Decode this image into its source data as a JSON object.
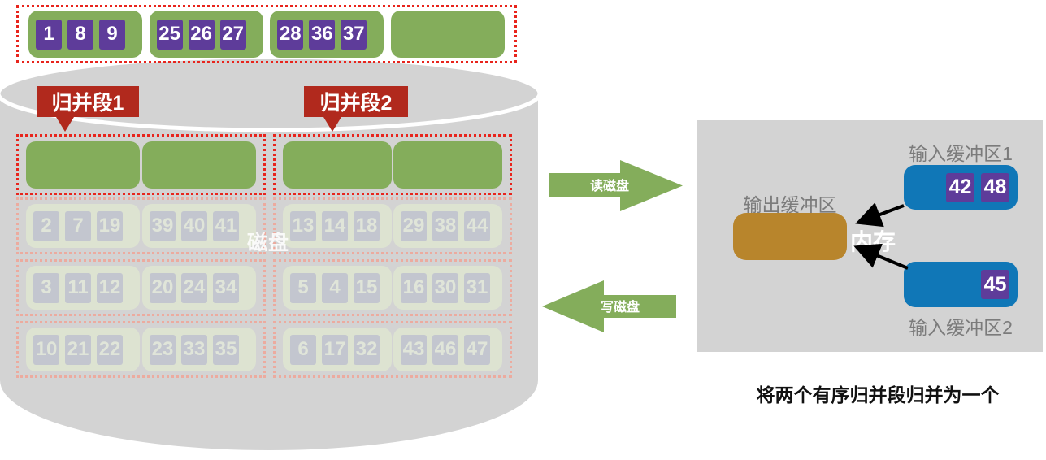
{
  "disk": {
    "watermark": "磁盘",
    "output_row": {
      "blocks": [
        {
          "tiles": [
            "1",
            "8",
            "9"
          ]
        },
        {
          "tiles": [
            "25",
            "26",
            "27"
          ]
        },
        {
          "tiles": [
            "28",
            "36",
            "37"
          ]
        },
        {
          "tiles": []
        }
      ]
    },
    "segments": [
      {
        "label": "归并段1"
      },
      {
        "label": "归并段2"
      }
    ],
    "stored_rows": [
      {
        "groups": [
          [
            "2",
            "7",
            "19"
          ],
          [
            "39",
            "40",
            "41"
          ],
          [
            "13",
            "14",
            "18"
          ],
          [
            "29",
            "38",
            "44"
          ]
        ]
      },
      {
        "groups": [
          [
            "3",
            "11",
            "12"
          ],
          [
            "20",
            "24",
            "34"
          ],
          [
            "5",
            "4",
            "15"
          ],
          [
            "16",
            "30",
            "31"
          ]
        ]
      },
      {
        "groups": [
          [
            "10",
            "21",
            "22"
          ],
          [
            "23",
            "33",
            "35"
          ],
          [
            "6",
            "17",
            "32"
          ],
          [
            "43",
            "46",
            "47"
          ]
        ]
      }
    ]
  },
  "transfer": {
    "read_label": "读磁盘",
    "write_label": "写磁盘"
  },
  "memory": {
    "label": "内存",
    "input_buffer_1": {
      "label": "输入缓冲区1",
      "tiles": [
        "42",
        "48"
      ]
    },
    "input_buffer_2": {
      "label": "输入缓冲区2",
      "tiles": [
        "45"
      ]
    },
    "output_buffer": {
      "label": "输出缓冲区"
    }
  },
  "caption": "将两个有序归并段归并为一个",
  "colors": {
    "block_green": "#84ad5b",
    "tile_purple": "#5e3c9a",
    "dotted_red": "#e8241c",
    "faded_dotted_red": "#ecab9f",
    "segment_label_red": "#b1291d",
    "arrow_green": "#84ad5b",
    "buffer_blue": "#1077b7",
    "output_buffer_orange": "#b8852c",
    "gray": "#d3d3d3"
  }
}
